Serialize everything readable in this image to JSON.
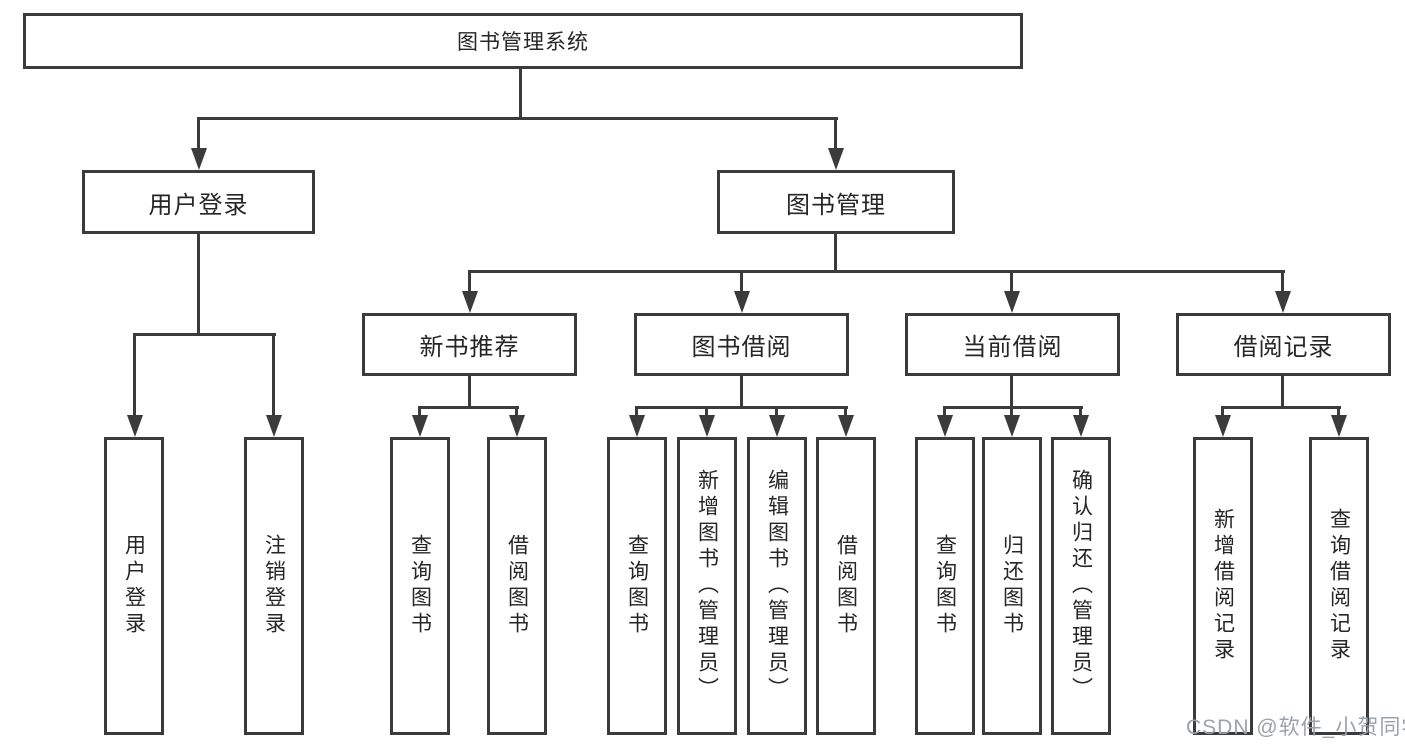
{
  "diagram": {
    "root": {
      "label": "图书管理系统"
    },
    "level2": [
      {
        "label": "用户登录"
      },
      {
        "label": "图书管理"
      }
    ],
    "level3": [
      {
        "label": "新书推荐"
      },
      {
        "label": "图书借阅"
      },
      {
        "label": "当前借阅"
      },
      {
        "label": "借阅记录"
      }
    ],
    "leaves": {
      "user_login": [
        "用户登录",
        "注销登录"
      ],
      "new_book_recommend": [
        "查询图书",
        "借阅图书"
      ],
      "book_borrow": [
        "查询图书",
        "新增图书（管理员）",
        "编辑图书（管理员）",
        "借阅图书"
      ],
      "current_borrow": [
        "查询图书",
        "归还图书",
        "确认归还（管理员）"
      ],
      "borrow_record": [
        "新增借阅记录",
        "查询借阅记录"
      ]
    },
    "watermark": "CSDN @软件_小贺同学",
    "colors": {
      "line": "#3b3b3b",
      "text": "#262626",
      "background": "#ffffff",
      "watermark": "#9aa3ab"
    }
  }
}
